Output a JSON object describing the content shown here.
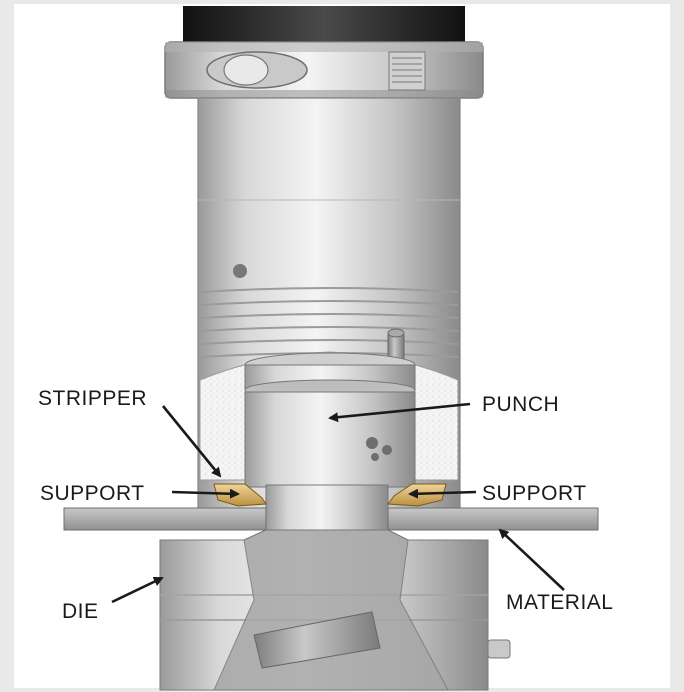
{
  "labels": {
    "stripper": "STRIPPER",
    "punch": "PUNCH",
    "support_left": "SUPPORT",
    "support_right": "SUPPORT",
    "die": "DIE",
    "material": "MATERIAL"
  },
  "colors": {
    "background": "#ffffff",
    "frame": "#e9e9e9",
    "steel_light": "#e6e6e6",
    "steel_mid": "#bdbdbd",
    "steel_dark": "#8c8c8c",
    "top_cap": "#2a2a2a",
    "urethane": "#f4f4f4",
    "support_gold": "#d9b46a",
    "material_plate": "#a9a9a9",
    "text": "#1a1a1a"
  }
}
